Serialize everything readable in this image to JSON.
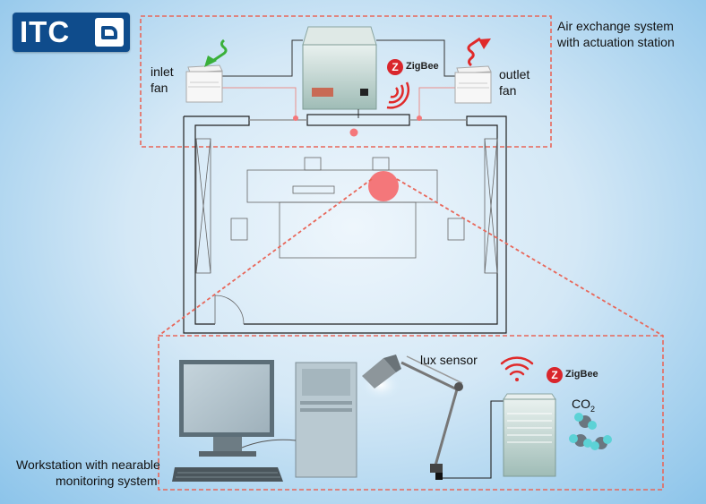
{
  "logo": {
    "text": "ITC"
  },
  "labels": {
    "air_system_line1": "Air exchange system",
    "air_system_line2": "with actuation station",
    "inlet_line1": "inlet",
    "inlet_line2": "fan",
    "outlet_line1": "outlet",
    "outlet_line2": "fan",
    "zigbee_top": "ZigBee",
    "zigbee_bottom": "ZigBee",
    "lux_sensor": "lux sensor",
    "co2": "CO",
    "co2_sub": "2",
    "workstation_line1": "Workstation with nearable",
    "workstation_line2": "monitoring system"
  },
  "colors": {
    "dashed_frame": "#e8675a",
    "sensor_dot": "#f4777a",
    "logo_bg": "#0f4c8c",
    "inlet_arrow": "#3ab03a",
    "outlet_arrow": "#e02a2a"
  },
  "icons": [
    "zigbee-logo-icon",
    "wifi-signal-icon",
    "inlet-arrow-icon",
    "outlet-arrow-icon"
  ]
}
